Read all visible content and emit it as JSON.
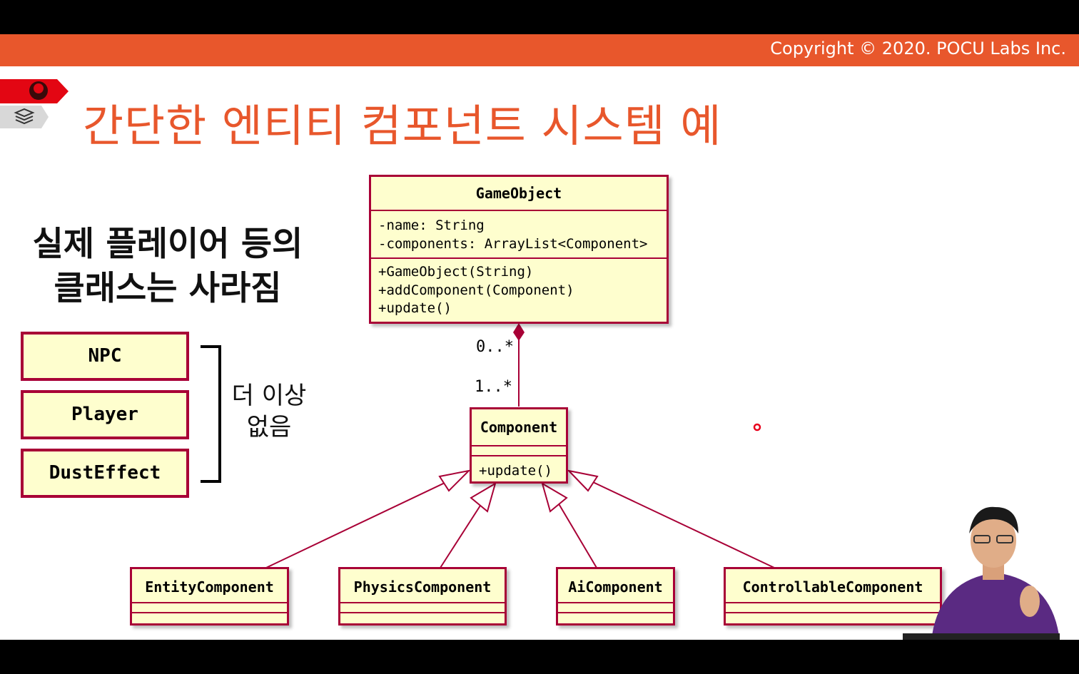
{
  "header": {
    "copyright": "Copyright © 2020. POCU Labs Inc."
  },
  "icons": [
    {
      "name": "brain-icon",
      "color": "#e30613"
    },
    {
      "name": "stack-icon",
      "color": "#444444"
    }
  ],
  "title": "간단한 엔티티 컴포넌트 시스템 예",
  "subtitle": "실제 플레이어 등의\n클래스는 사라짐",
  "removed_classes": {
    "items": [
      "NPC",
      "Player",
      "DustEffect"
    ],
    "note": "더 이상\n없음"
  },
  "diagram": {
    "game_object": {
      "name": "GameObject",
      "fields": [
        "-name: String",
        "-components: ArrayList<Component>"
      ],
      "methods": [
        "+GameObject(String)",
        "+addComponent(Component)",
        "+update()"
      ]
    },
    "component": {
      "name": "Component",
      "methods": [
        "+update()"
      ]
    },
    "multiplicity_top": "0..*",
    "multiplicity_bottom": "1..*",
    "subclasses": [
      "EntityComponent",
      "PhysicsComponent",
      "AiComponent",
      "ControllableComponent"
    ]
  },
  "colors": {
    "accent": "#e8572c",
    "uml_border": "#a80036",
    "uml_fill": "#fefece"
  }
}
